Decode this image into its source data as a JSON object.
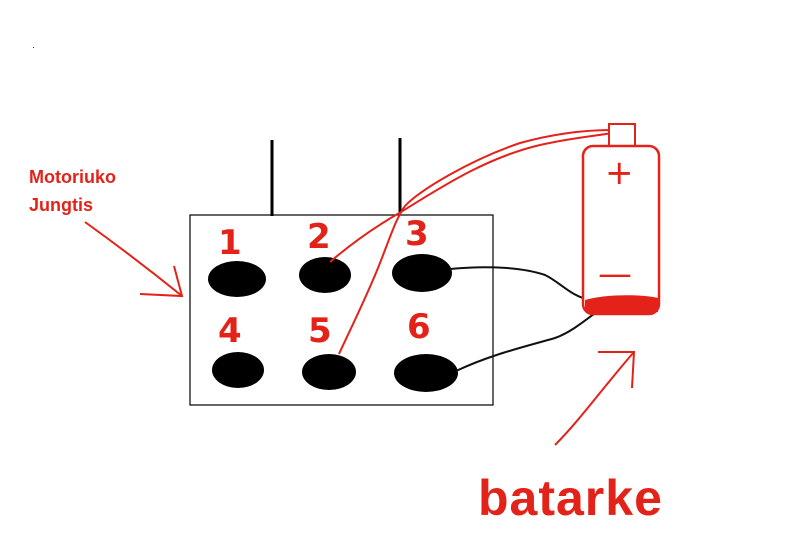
{
  "labels": {
    "connector_line1": "Motoriuko",
    "connector_line2": "Jungtis",
    "battery": "batarke"
  },
  "connector": {
    "pins": [
      {
        "number": "1"
      },
      {
        "number": "2"
      },
      {
        "number": "3"
      },
      {
        "number": "4"
      },
      {
        "number": "5"
      },
      {
        "number": "6"
      }
    ]
  },
  "battery": {
    "positive_sign": "+",
    "negative_sign": "—"
  },
  "colors": {
    "ink_red": "#e32219",
    "ink_black": "#000000",
    "background": "#ffffff"
  }
}
